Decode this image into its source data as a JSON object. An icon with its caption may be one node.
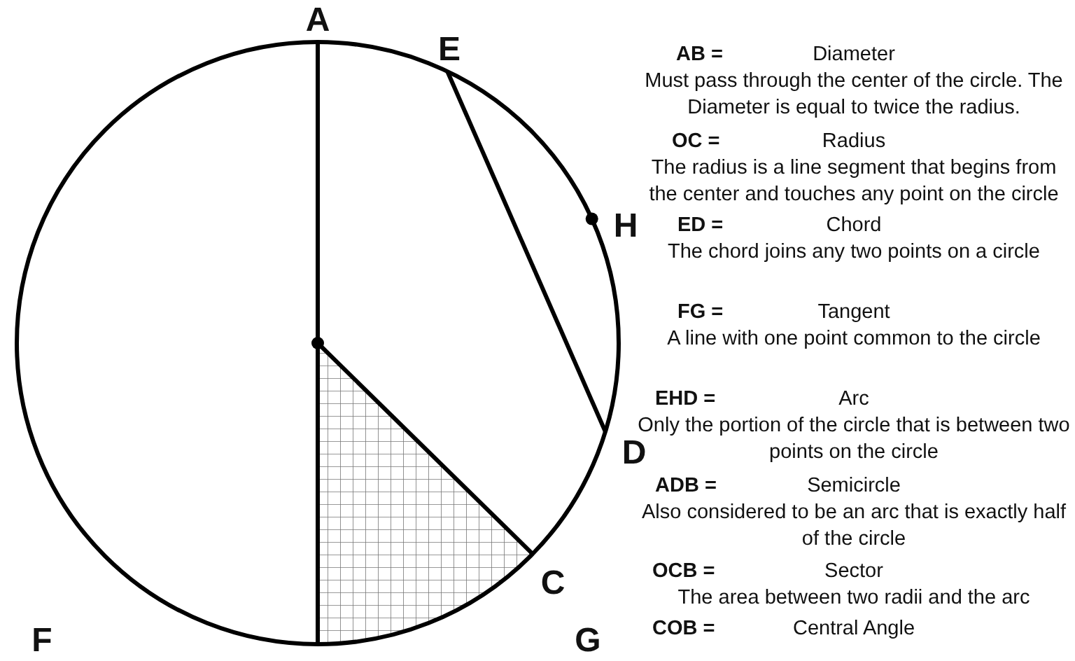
{
  "diagram": {
    "labels": [
      "A",
      "E",
      "H",
      "D",
      "C",
      "F",
      "G",
      "AB =",
      "Diameter",
      "Must pass through the center of the circle. The Diameter is equal to twice the radius.",
      "OC =",
      "Radius",
      "The radius is a line segment that begins from the center and touches any point on the circle",
      "ED =",
      "Chord",
      "The chord joins any two points on a circle",
      "FG =",
      "Tangent",
      "A line with one point common to the circle",
      "EHD =",
      "Arc",
      "Only the portion of the circle that is between two points on the circle",
      "ADB =",
      "Semicircle",
      "Also considered to be an arc that is exactly half of the circle",
      "OCB =",
      "Sector",
      "The area between two radii and the arc",
      "COB =",
      "Central Angle"
    ]
  }
}
